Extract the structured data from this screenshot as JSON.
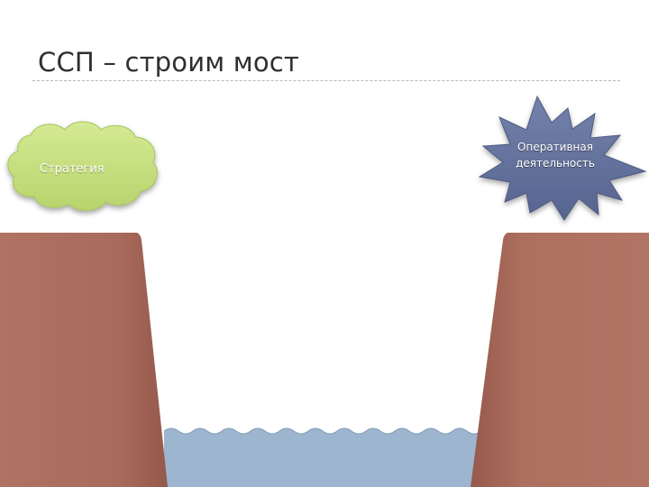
{
  "slide": {
    "title": "ССП – строим мост"
  },
  "strategy": {
    "label": "Стратегия",
    "shape": "cloud",
    "color": "#c5df7e"
  },
  "operations": {
    "label": "Оперативная деятельность",
    "shape": "explosion",
    "color": "#65739d"
  },
  "scene": {
    "cliff_color": "#a86b5c",
    "water_color": "#9db5cf"
  }
}
